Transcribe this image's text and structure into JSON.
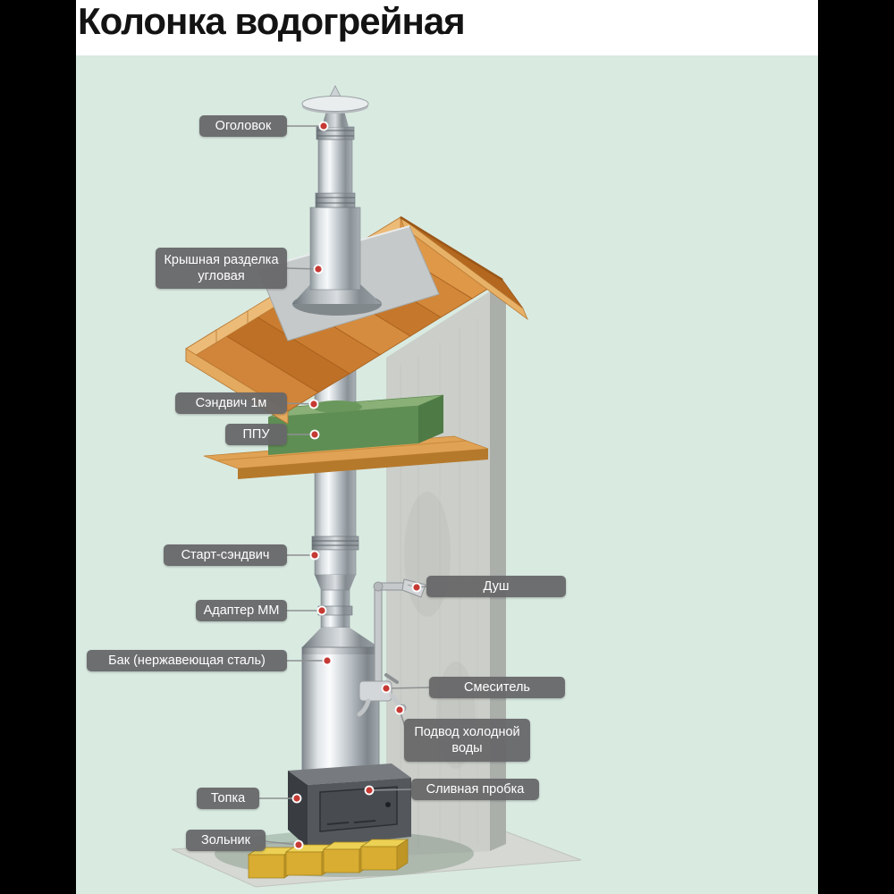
{
  "title": "Колонка водогрейная",
  "colors": {
    "background": "#d9eae1",
    "frame": "#000000",
    "label_bg": "#676769",
    "label_text": "#ffffff",
    "pointer_dot": "#c63a34",
    "roof_wood": "#d28739",
    "insulation_green": "#5f8e54",
    "bricks_yellow": "#e2c23d",
    "steel": "#c3cacf"
  },
  "labels": {
    "ogolovok": {
      "text": "Оголовок"
    },
    "kryshnaya_razdelka": {
      "text": "Крышная разделка угловая"
    },
    "sandwich_1m": {
      "text": "Сэндвич 1м"
    },
    "ppu": {
      "text": "ППУ"
    },
    "start_sandwich": {
      "text": "Старт-сэндвич"
    },
    "adapter_mm": {
      "text": "Адаптер ММ"
    },
    "bak": {
      "text": "Бак (нержавеющая сталь)"
    },
    "dush": {
      "text": "Душ"
    },
    "smesitel": {
      "text": "Смеситель"
    },
    "podvod_holodnoy_vody": {
      "text": "Подвод холодной воды"
    },
    "slivnaya_probka": {
      "text": "Сливная пробка"
    },
    "topka": {
      "text": "Топка"
    },
    "zolnik": {
      "text": "Зольник"
    }
  }
}
